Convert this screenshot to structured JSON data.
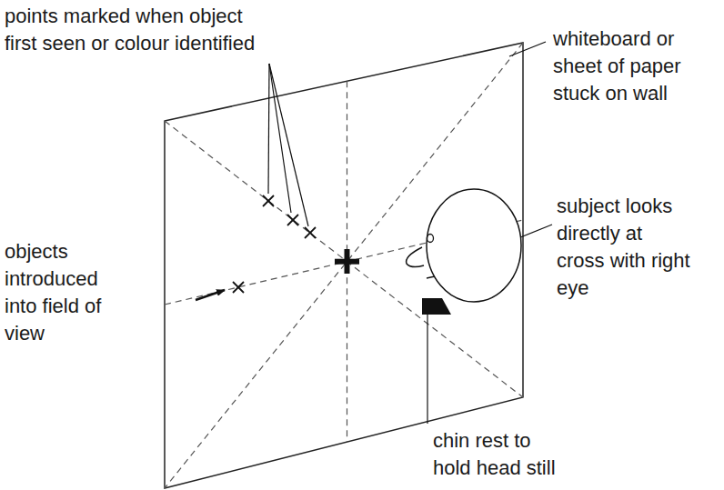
{
  "diagram": {
    "labels": [
      "points marked when object first seen or colour identified",
      "whiteboard or sheet of paper stuck on wall",
      "subject looks directly at cross with right eye",
      "objects introduced into field of view",
      "chin rest to hold head still"
    ]
  }
}
